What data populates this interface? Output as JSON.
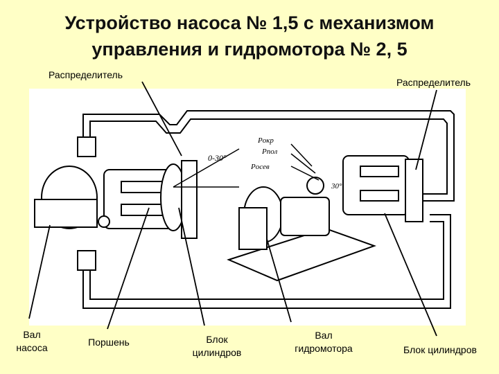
{
  "slide": {
    "title_line1": "Устройство насоса № 1,5 с механизмом",
    "title_line2": "управления  и гидромотора № 2, 5"
  },
  "labels": {
    "distributor_left": "Распределитель",
    "distributor_right": "Распределитель",
    "pump_shaft_line1": "Вал",
    "pump_shaft_line2": "насоса",
    "piston": "Поршень",
    "cyl_block_line1": "Блок",
    "cyl_block_line2": "цилиндров",
    "motor_shaft_line1": "Вал",
    "motor_shaft_line2": "гидромотора",
    "cyl_block_right": "Блок цилиндров"
  },
  "diagram_text": {
    "angle_left": "0-30°",
    "angle_right": "30°",
    "p_okr": "Pокр",
    "p_pol": "Pпол",
    "p_osev": "Pосев"
  },
  "colors": {
    "background": "#ffffc6",
    "drawing_bg": "#ffffff",
    "ink": "#000000"
  }
}
